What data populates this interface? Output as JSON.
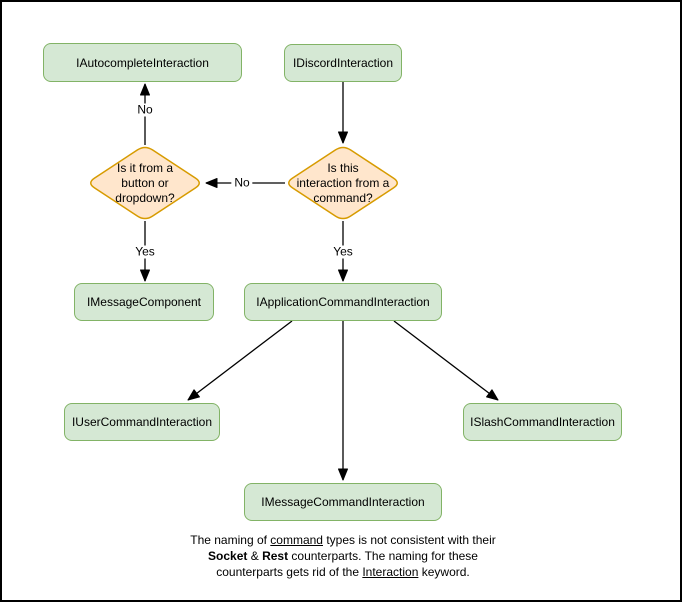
{
  "nodes": {
    "autocomplete": {
      "label": "IAutocompleteInteraction"
    },
    "discord": {
      "label": "IDiscordInteraction"
    },
    "question_component": {
      "label": "Is it from a\nbutton or\ndropdown?"
    },
    "question_command": {
      "label": "Is this\ninteraction from a\ncommand?"
    },
    "message_component": {
      "label": "IMessageComponent"
    },
    "app_command": {
      "label": "IApplicationCommandInteraction"
    },
    "user_command": {
      "label": "IUserCommandInteraction"
    },
    "slash_command": {
      "label": "ISlashCommandInteraction"
    },
    "message_command": {
      "label": "IMessageCommandInteraction"
    }
  },
  "edge_labels": {
    "no_autocomplete": "No",
    "no_component": "No",
    "yes_component": "Yes",
    "yes_command": "Yes"
  },
  "note": {
    "l1a": "The naming of ",
    "l1b": "command",
    "l1c": " types is not consistent with their",
    "l2a": "Socket",
    "l2b": " & ",
    "l2c": "Rest",
    "l2d": " counterparts. The naming for these",
    "l3a": "counterparts gets rid of the ",
    "l3b": "Interaction",
    "l3c": " keyword."
  },
  "colors": {
    "box_fill": "#d5e8d4",
    "box_stroke": "#82b366",
    "diamond_fill": "#ffe6cc",
    "diamond_stroke": "#d79b00",
    "arrow_color": "#000000",
    "text_color": "#000000",
    "canvas_border": "#000000",
    "background": "#ffffff"
  }
}
